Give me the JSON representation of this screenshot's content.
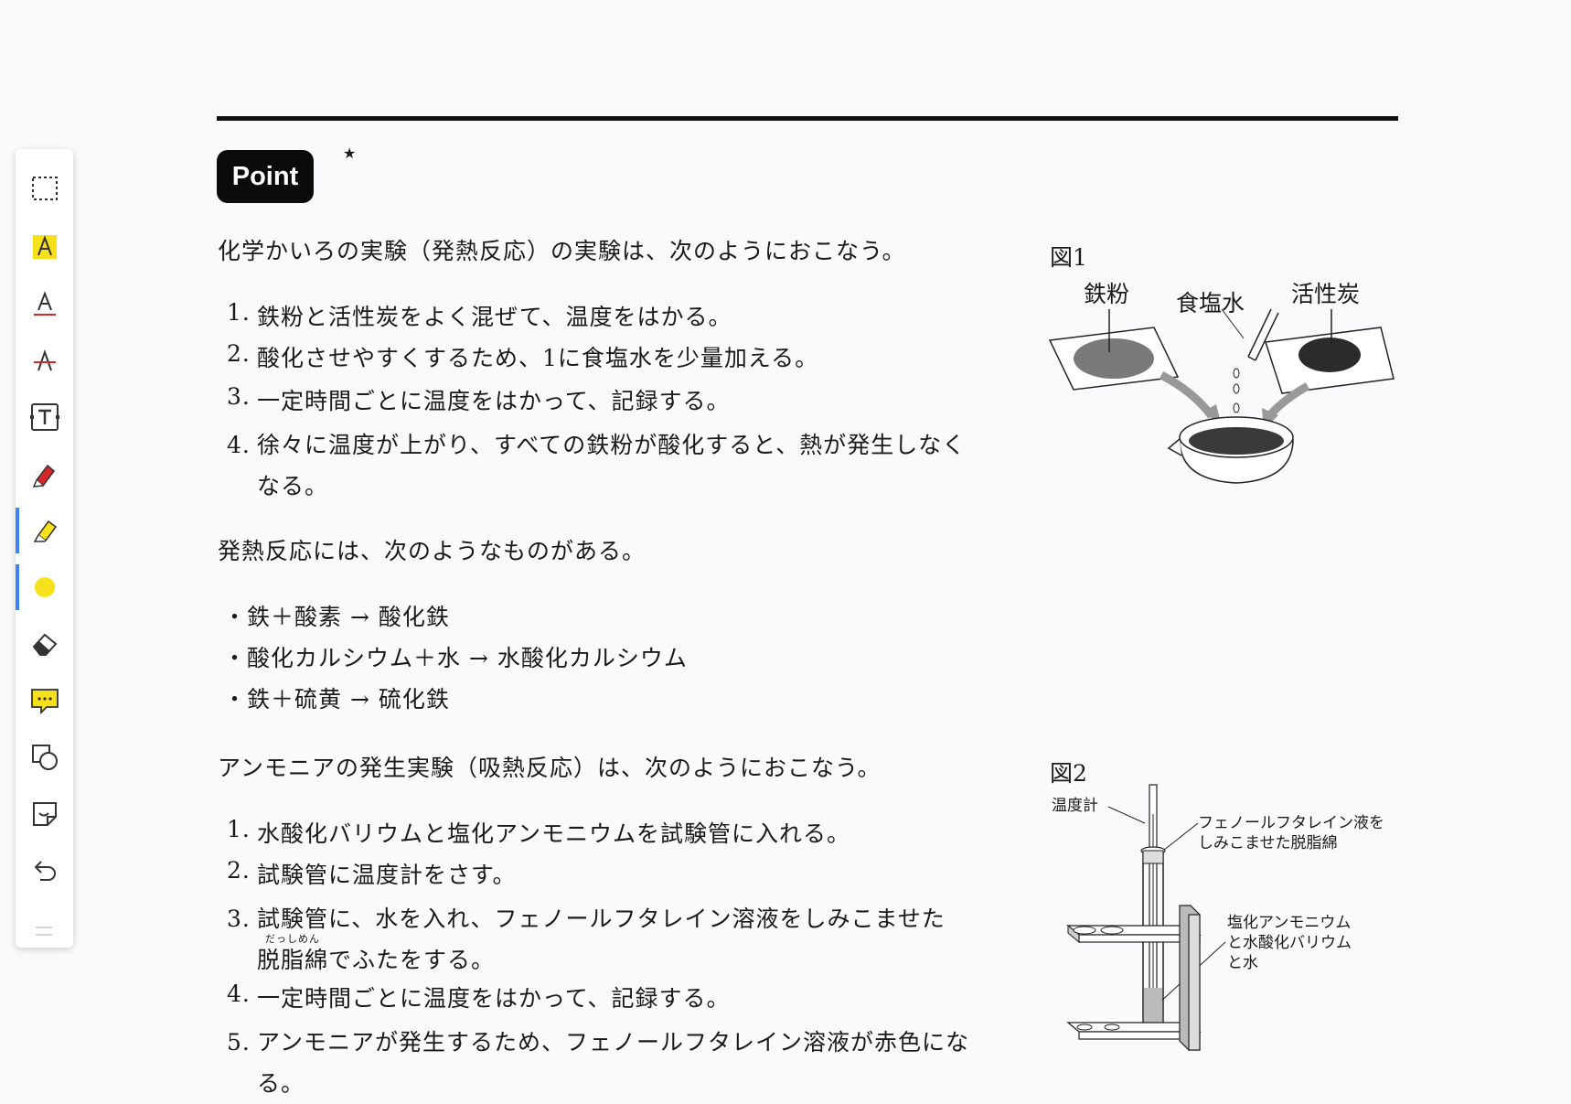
{
  "toolbar": {
    "tools": [
      {
        "name": "selection-tool",
        "icon": "dashed-rectangle-icon"
      },
      {
        "name": "highlight-text-tool",
        "icon": "highlighted-a-icon"
      },
      {
        "name": "underline-tool",
        "icon": "underlined-a-icon"
      },
      {
        "name": "strikethrough-tool",
        "icon": "strikethrough-a-icon"
      },
      {
        "name": "text-box-tool",
        "icon": "text-box-icon"
      },
      {
        "name": "pen-tool",
        "icon": "pen-icon"
      },
      {
        "name": "highlighter-tool",
        "icon": "highlighter-icon",
        "active": true
      },
      {
        "name": "color-picker",
        "icon": "yellow-dot-icon",
        "color": "#f7e11a"
      },
      {
        "name": "eraser-tool",
        "icon": "eraser-icon"
      },
      {
        "name": "comment-tool",
        "icon": "comment-icon"
      },
      {
        "name": "shape-tool",
        "icon": "shapes-icon"
      },
      {
        "name": "sticker-tool",
        "icon": "sticker-icon"
      },
      {
        "name": "undo-button",
        "icon": "undo-icon"
      }
    ],
    "accent_color": "#3b82f6",
    "highlight_color": "#f7e11a",
    "pen_color": "#d62828"
  },
  "content": {
    "badge": "Point",
    "star": "★",
    "section1": {
      "intro": "化学かいろの実験（発熱反応）の実験は、次のようにおこなう。",
      "steps": [
        {
          "num": "1.",
          "lines": [
            "鉄粉と活性炭をよく混ぜて、温度をはかる。"
          ]
        },
        {
          "num": "2.",
          "lines": [
            "酸化させやすくするため、1に食塩水を少量加える。"
          ]
        },
        {
          "num": "3.",
          "lines": [
            "一定時間ごとに温度をはかって、記録する。"
          ]
        },
        {
          "num": "4.",
          "lines": [
            "徐々に温度が上がり、すべての鉄粉が酸化すると、熱が発生しなく",
            "なる。"
          ]
        }
      ]
    },
    "section2": {
      "intro": "発熱反応には、次のようなものがある。",
      "bullets": [
        "・鉄＋酸素 → 酸化鉄",
        "・酸化カルシウム＋水 → 水酸化カルシウム",
        "・鉄＋硫黄 → 硫化鉄"
      ]
    },
    "section3": {
      "intro": "アンモニアの発生実験（吸熱反応）は、次のようにおこなう。",
      "steps": [
        {
          "num": "1.",
          "lines": [
            "水酸化バリウムと塩化アンモニウムを試験管に入れる。"
          ]
        },
        {
          "num": "2.",
          "lines": [
            "試験管に温度計をさす。"
          ]
        },
        {
          "num": "3.",
          "lines": [
            "試験管に、水を入れ、フェノールフタレイン溶液をしみこませた",
            "脱脂綿でふたをする。"
          ]
        },
        {
          "num": "4.",
          "lines": [
            "一定時間ごとに温度をはかって、記録する。"
          ]
        },
        {
          "num": "5.",
          "lines": [
            "アンモニアが発生するため、フェノールフタレイン溶液が赤色にな",
            "る。"
          ]
        }
      ],
      "ruby": "だっしめん"
    },
    "figure1": {
      "label": "図1",
      "iron_powder": "鉄粉",
      "salt_water": "食塩水",
      "activated_carbon": "活性炭"
    },
    "figure2": {
      "label": "図2",
      "thermometer": "温度計",
      "cotton_line1": "フェノールフタレイン液を",
      "cotton_line2": "しみこませた脱脂綿",
      "mix_line1": "塩化アンモニウム",
      "mix_line2": "と水酸化バリウム",
      "mix_line3": "と水"
    }
  }
}
